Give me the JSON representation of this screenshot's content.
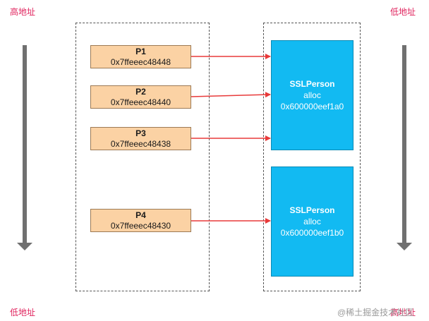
{
  "labels": {
    "top_left": "高地址",
    "top_right": "低地址",
    "bottom_left": "低地址",
    "bottom_right": "高地址"
  },
  "pointers": [
    {
      "name": "P1",
      "address": "0x7ffeeec48448"
    },
    {
      "name": "P2",
      "address": "0x7ffeeec48440"
    },
    {
      "name": "P3",
      "address": "0x7ffeeec48438"
    },
    {
      "name": "P4",
      "address": "0x7ffeeec48430"
    }
  ],
  "objects": [
    {
      "class_name": "SSLPerson",
      "method": "alloc",
      "address": "0x600000eef1a0"
    },
    {
      "class_name": "SSLPerson",
      "method": "alloc",
      "address": "0x600000eef1b0"
    }
  ],
  "watermark": "@稀土掘金技术社区",
  "colors": {
    "label": "#e0245e",
    "pointer_fill": "#fbd2a4",
    "object_fill": "#12baf2",
    "arrow_red": "#e83a3a",
    "gray_arrow": "#707070"
  }
}
